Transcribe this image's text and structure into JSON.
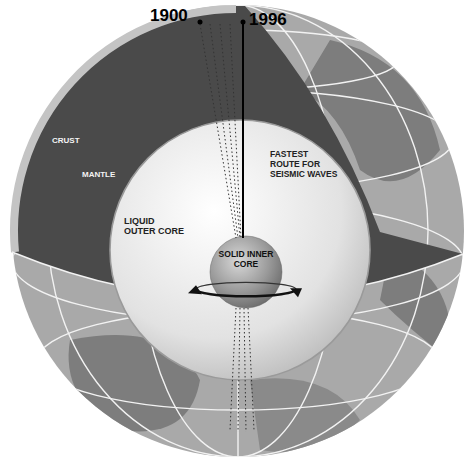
{
  "diagram": {
    "nodes": [
      {
        "text": [
          "LIQUID OUTER CORE"
        ]
      },
      {
        "text": [
          "SOLID INNER CORE"
        ],
        "in": 0
      }
    ],
    "labels": [
      "1900",
      "1996",
      "CRUST",
      "MANTLE",
      "FASTEST ROUTE FOR SEISMIC WAVES"
    ]
  }
}
